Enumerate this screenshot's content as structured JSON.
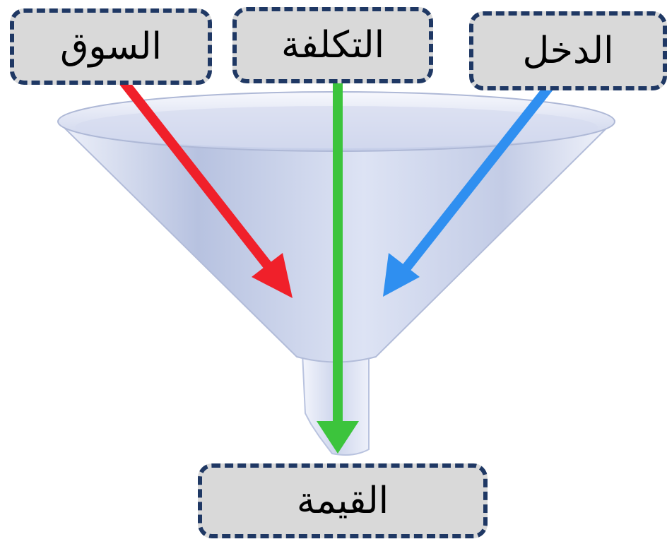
{
  "labels": {
    "market": "السوق",
    "cost": "التكلفة",
    "income": "الدخل",
    "value": "القيمة"
  },
  "colors": {
    "market_arrow": "#f0202a",
    "cost_arrow": "#3cc43c",
    "income_arrow": "#2f8ff0",
    "box_fill": "#d9d9d9",
    "box_border": "#1f3864",
    "funnel": "#c9d3ea"
  }
}
